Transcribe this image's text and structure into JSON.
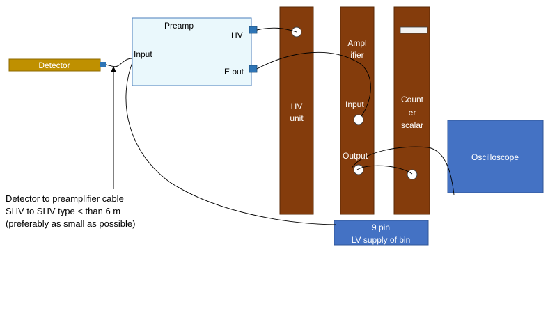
{
  "detector": {
    "label": "Detector"
  },
  "preamp": {
    "title": "Preamp",
    "port_hv": "HV",
    "port_input": "Input",
    "port_eout": "E out"
  },
  "hv_unit": {
    "line1": "HV",
    "line2": "unit"
  },
  "amplifier": {
    "line1": "Ampl",
    "line2": "ifier",
    "port_input": "Input",
    "port_output": "Output"
  },
  "counter": {
    "line1": "Count",
    "line2": "er",
    "line3": "scalar"
  },
  "oscilloscope": {
    "label": "Oscilloscope"
  },
  "lv_supply": {
    "line1": "9 pin",
    "line2": "LV supply of bin"
  },
  "cable_note": {
    "line1": "Detector to preamplifier cable",
    "line2": "SHV to SHV type < than 6 m",
    "line3": "(preferably as small as possible)"
  },
  "colors": {
    "detector_fill": "#bf9000",
    "detector_border": "#8c6a00",
    "preamp_fill": "#eaf8fc",
    "preamp_border": "#4a7ebb",
    "module_fill": "#843c0c",
    "module_border": "#5a2906",
    "blue_fill": "#4472c4",
    "blue_border": "#2f5597",
    "connector": "#2e75b6"
  }
}
